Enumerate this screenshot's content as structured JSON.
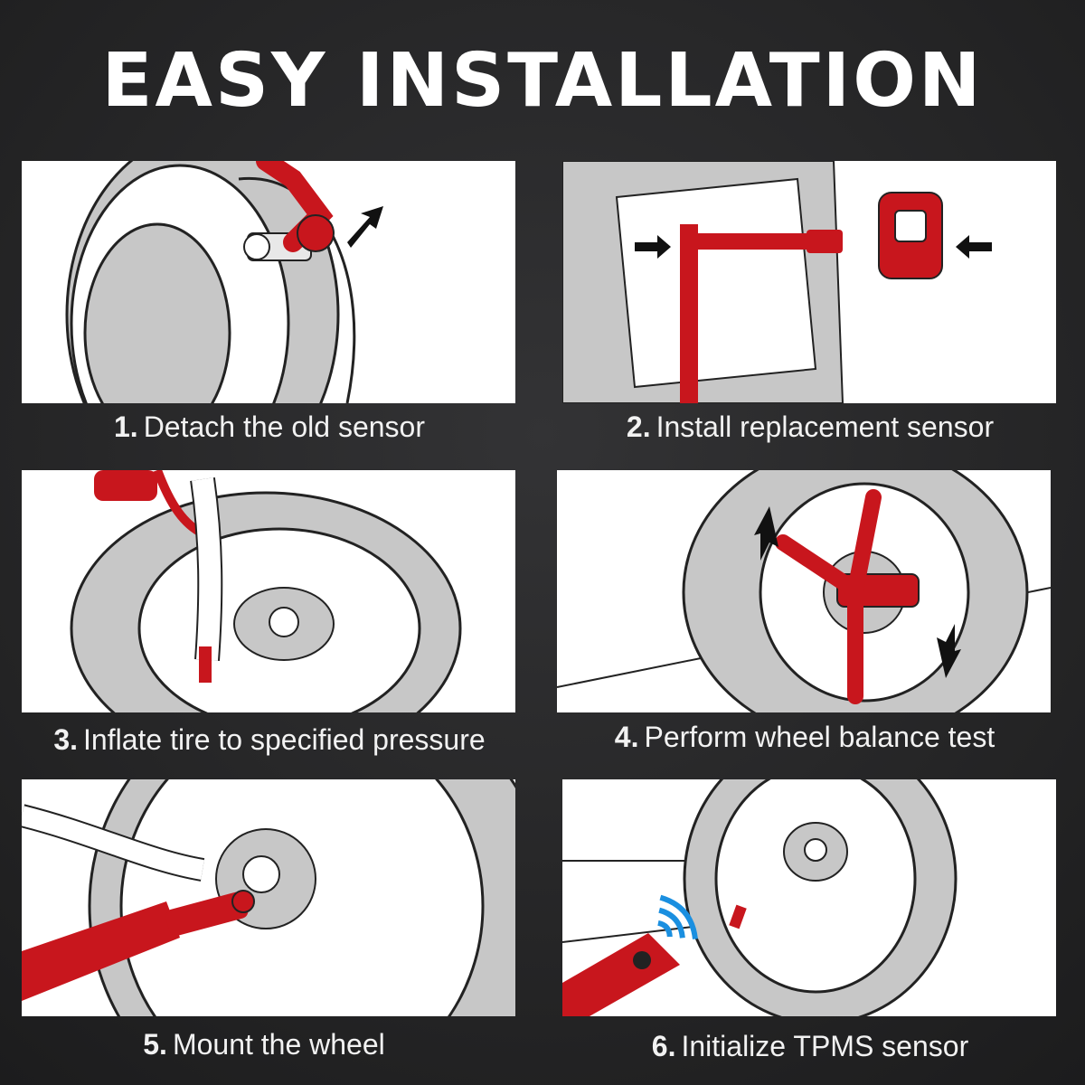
{
  "title": "EASY INSTALLATION",
  "colors": {
    "accent": "#c8161d",
    "background": "#2a2a2b",
    "panel": "#ffffff",
    "wheel": "#c7c7c7"
  },
  "steps": [
    {
      "num": "1.",
      "label": "Detach the old sensor"
    },
    {
      "num": "2.",
      "label": "Install replacement sensor"
    },
    {
      "num": "3.",
      "label": "Inflate tire to specified pressure"
    },
    {
      "num": "4.",
      "label": "Perform wheel balance test"
    },
    {
      "num": "5.",
      "label": "Mount the wheel"
    },
    {
      "num": "6.",
      "label": "Initialize TPMS sensor"
    }
  ]
}
